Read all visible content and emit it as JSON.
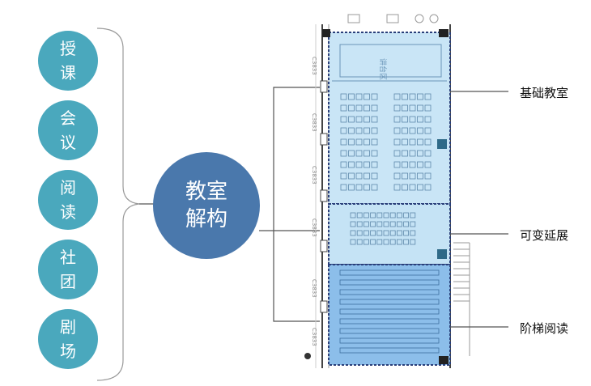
{
  "left_functions": [
    {
      "label": "授课"
    },
    {
      "label": "会议"
    },
    {
      "label": "阅读"
    },
    {
      "label": "社团"
    },
    {
      "label": "剧场"
    }
  ],
  "center": {
    "label": "教室解构"
  },
  "zones": [
    {
      "label": "基础教室"
    },
    {
      "label": "可变延展"
    },
    {
      "label": "阶梯阅读"
    }
  ],
  "plan_marks": {
    "dim_label": "C3833",
    "stage_text": "讲台区"
  },
  "colors": {
    "small_circle": "#4aa8bd",
    "big_circle": "#4a78ac",
    "zone_light": "#bfe0f4",
    "zone_dark": "#7fb7e8",
    "connector": "#555555"
  }
}
